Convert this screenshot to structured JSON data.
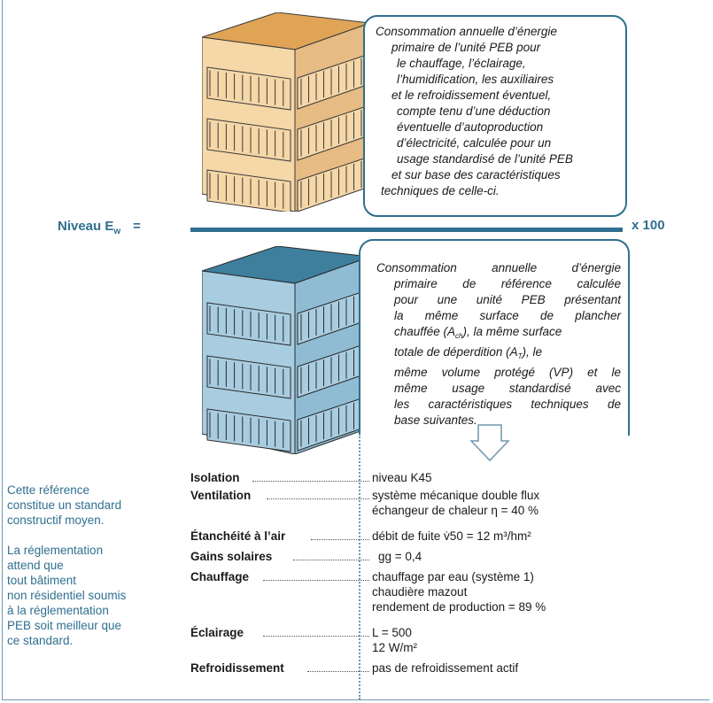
{
  "numerator_text": [
    "Consommation annuelle d’énergie",
    "primaire de l’unité PEB pour",
    "le chauffage, l’éclairage,",
    "l’humidification, les auxiliaires",
    "et le refroidissement éventuel,",
    "compte tenu d’une déduction",
    "éventuelle d’autoproduction",
    "d’électricité, calculée pour un",
    "usage standardisé de l’unité PEB",
    "et sur base des caractéristiques",
    "techniques de celle-ci."
  ],
  "label_niveau": "Niveau E",
  "label_sub_w": "w",
  "label_equals": "=",
  "label_times": "x 100",
  "denominator": {
    "line1": "Consommation annuelle d’énergie",
    "line2": "primaire de référence calculée",
    "line3": "pour une unité PEB présentant",
    "line4": "la même surface de plancher",
    "line5a": "chauffée (A",
    "sub_ch": "ch",
    "line5b": "), la même surface",
    "line6a": "totale de déperdition (A",
    "sub_t": "T",
    "line6b": "), le",
    "line7": "même volume protégé (VP) et le",
    "line8": "même usage standardisé avec",
    "line9": "les caractéristiques techniques de",
    "line10": "base suivantes."
  },
  "notes": {
    "note1": [
      "Cette référence",
      "constitue un standard",
      "constructif moyen."
    ],
    "note2": [
      "La réglementation",
      "attend que",
      "tout bâtiment",
      "non résidentiel soumis",
      "à la réglementation",
      "PEB soit meilleur que",
      "ce standard."
    ]
  },
  "specs": [
    {
      "label": "Isolation",
      "values": [
        "niveau K45"
      ]
    },
    {
      "label": "Ventilation",
      "values": [
        "système mécanique double flux",
        "échangeur de chaleur η = 40 %"
      ]
    },
    {
      "label": "Étanchéité à l’air",
      "values": [
        "débit de fuite v̇50 = 12 m³/hm²"
      ]
    },
    {
      "label": "Gains solaires",
      "values": [
        "gg = 0,4"
      ]
    },
    {
      "label": "Chauffage",
      "values": [
        "chauffage par eau (système 1)",
        "chaudière mazout",
        "rendement de production = 89 %"
      ]
    },
    {
      "label": "Éclairage",
      "values": [
        "L = 500",
        "12 W/m²"
      ]
    },
    {
      "label": "Refroidissement",
      "values": [
        "pas de refroidissement actif"
      ]
    }
  ],
  "colors": {
    "accent": "#2f6f8f",
    "building_top_roof": "#e0a457",
    "building_top_wall": "#f5d7a8",
    "building_bottom_roof": "#3e7f9e",
    "building_bottom_wall": "#a9cde0"
  }
}
